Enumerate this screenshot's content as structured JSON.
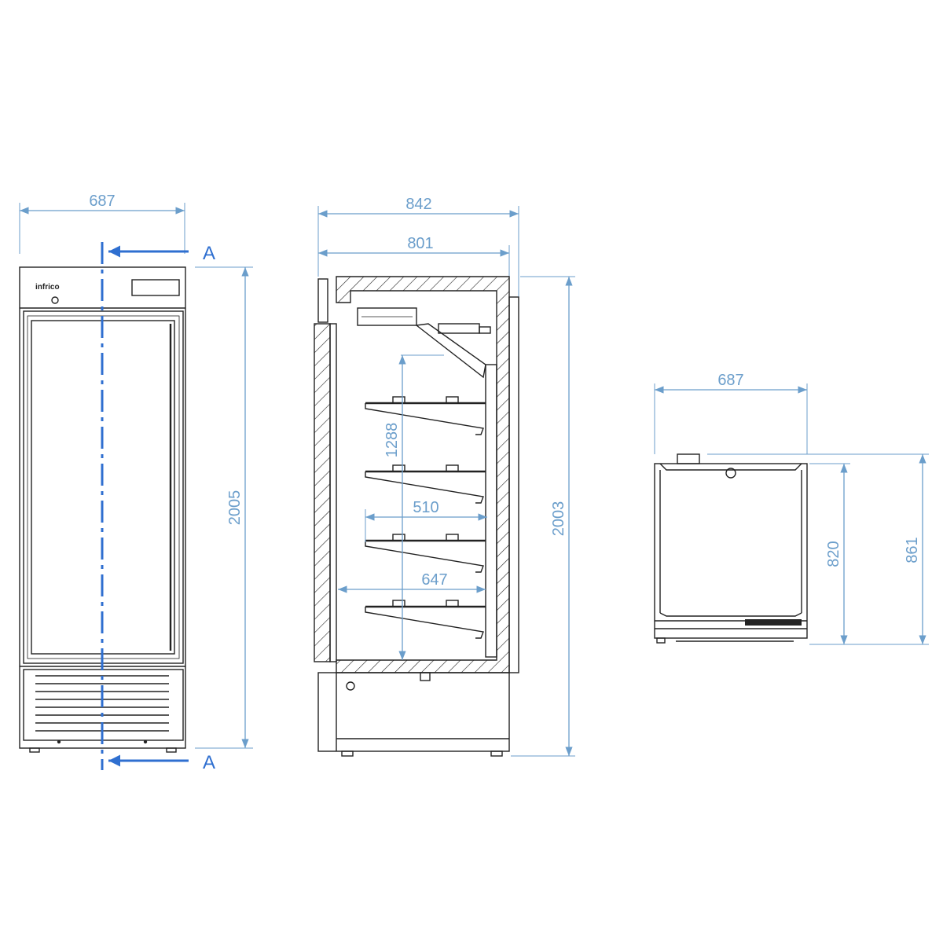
{
  "brand": {
    "logo_text": "infrico",
    "logo_icon": "snowflake-icon"
  },
  "colors": {
    "dimension": "#6b9ecb",
    "section_line": "#2f6fd0",
    "outline": "#222222"
  },
  "section": {
    "label_top": "A",
    "label_bottom": "A"
  },
  "front_view": {
    "width_label": "687",
    "height_label": "2005"
  },
  "side_view": {
    "depth_outer_label": "842",
    "depth_inner_label": "801",
    "height_label": "2003",
    "shelf_span_label": "1288",
    "shelf_depth_label": "510",
    "interior_depth_label": "647"
  },
  "top_view": {
    "width_label": "687",
    "depth_label": "820",
    "depth_total_label": "861"
  }
}
